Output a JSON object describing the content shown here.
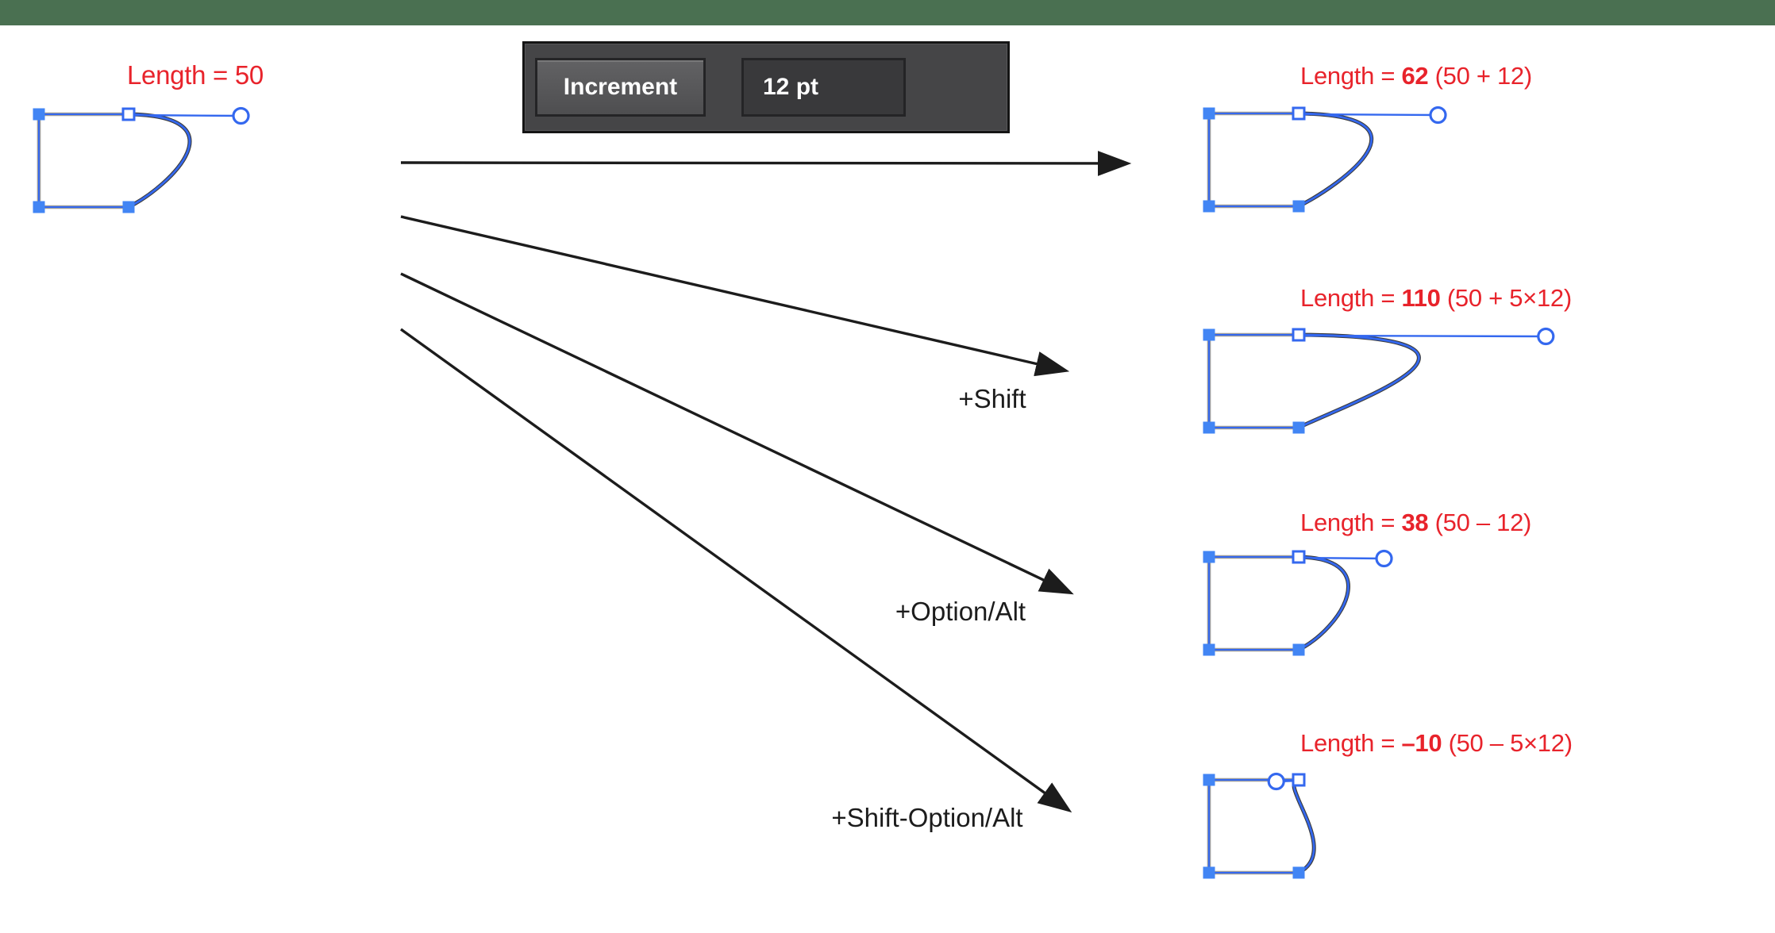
{
  "source": {
    "label": "Length = 50",
    "length": 50
  },
  "panel": {
    "button_label": "Increment",
    "field_value": "12 pt"
  },
  "results": [
    {
      "prefix": "Length = ",
      "value": "62",
      "suffix": " (50 + 12)",
      "modifier": "",
      "length": 62
    },
    {
      "prefix": "Length = ",
      "value": "110",
      "suffix": " (50 + 5×12)",
      "modifier": "+Shift",
      "length": 110
    },
    {
      "prefix": "Length = ",
      "value": "38",
      "suffix": " (50 – 12)",
      "modifier": "+Option/Alt",
      "length": 38
    },
    {
      "prefix": "Length = ",
      "value": "–10",
      "suffix": " (50 – 5×12)",
      "modifier": "+Shift-Option/Alt",
      "length": -10
    }
  ],
  "colors": {
    "top_bar_green": "#4a7051",
    "label_red": "#e8232b",
    "blue_line": "#3468ef",
    "blue_node": "#4285f4",
    "path_grey": "#9c9c9c",
    "path_dark": "#3b3b3b",
    "ink_black": "#1c1c1c",
    "panel_bg": "#454547",
    "panel_border": "#151515",
    "button_bg": "#57575a",
    "button_border": "#242426",
    "field_bg": "#39393b"
  }
}
